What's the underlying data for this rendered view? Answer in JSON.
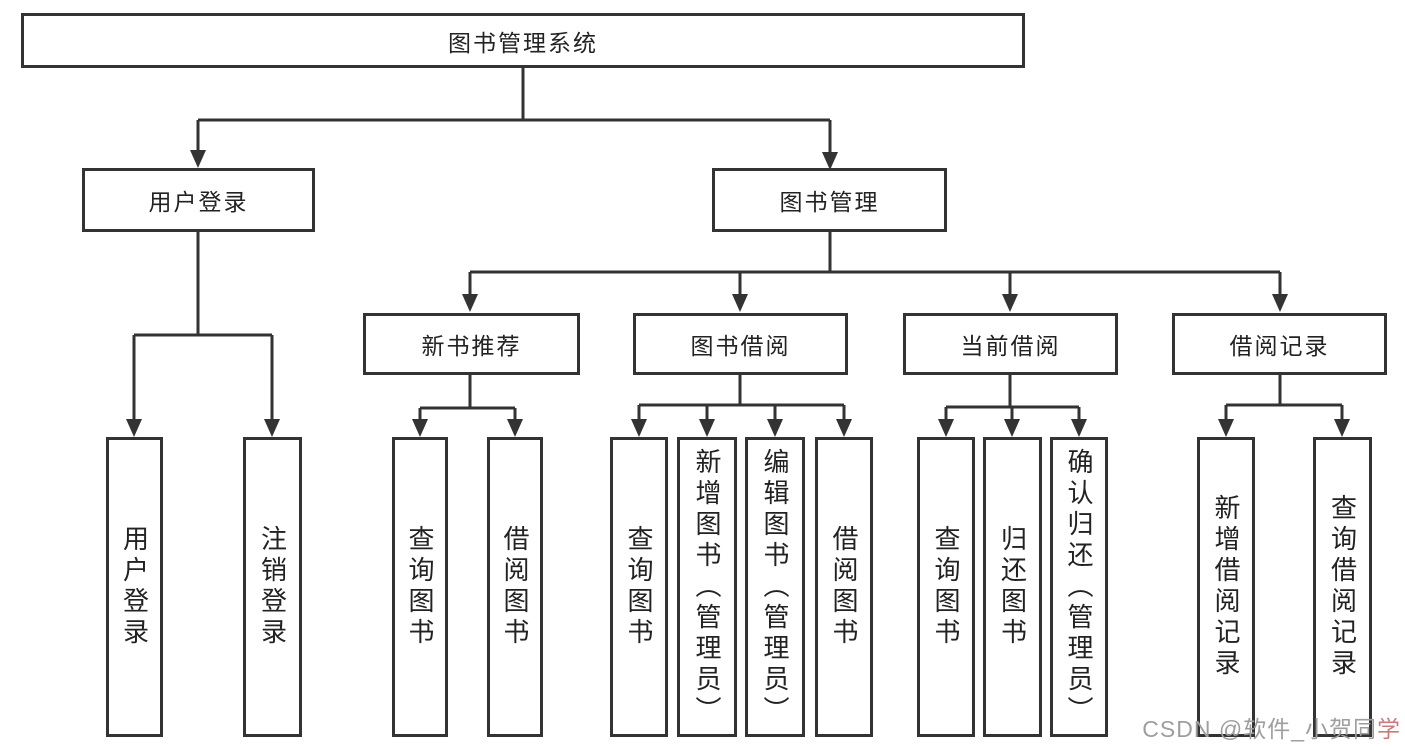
{
  "tree": {
    "label": "图书管理系统",
    "children": [
      {
        "label": "用户登录",
        "children": [
          {
            "label": "用户登录"
          },
          {
            "label": "注销登录"
          }
        ]
      },
      {
        "label": "图书管理",
        "children": [
          {
            "label": "新书推荐",
            "children": [
              {
                "label": "查询图书"
              },
              {
                "label": "借阅图书"
              }
            ]
          },
          {
            "label": "图书借阅",
            "children": [
              {
                "label": "查询图书"
              },
              {
                "label": "新增图书（管理员）"
              },
              {
                "label": "编辑图书（管理员）"
              },
              {
                "label": "借阅图书"
              }
            ]
          },
          {
            "label": "当前借阅",
            "children": [
              {
                "label": "查询图书"
              },
              {
                "label": "归还图书"
              },
              {
                "label": "确认归还（管理员）"
              }
            ]
          },
          {
            "label": "借阅记录",
            "children": [
              {
                "label": "新增借阅记录"
              },
              {
                "label": "查询借阅记录"
              }
            ]
          }
        ]
      }
    ]
  },
  "watermark": {
    "main": "CSDN @软件_小贺同",
    "accent": "学"
  },
  "colors": {
    "line": "#333333",
    "node_border": "#333333",
    "node_text": "#222222",
    "background": "#ffffff",
    "watermark": "#9e9e9e",
    "watermark_accent": "#cb7b7b"
  }
}
